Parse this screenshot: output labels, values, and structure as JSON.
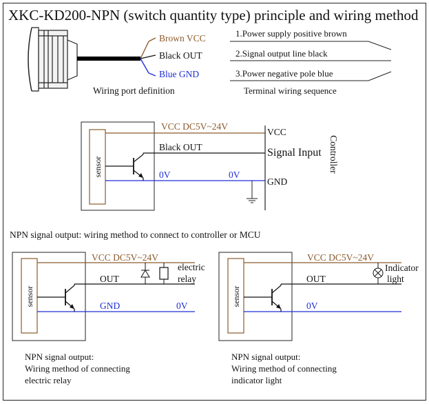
{
  "title": "XKC-KD200-NPN (switch quantity type) principle and wiring method",
  "wiring": {
    "brown_vcc": "Brown VCC",
    "black_out": "Black OUT",
    "blue_gnd": "Blue GND",
    "port_caption": "Wiring port definition",
    "seq_1": "1.Power supply positive brown",
    "seq_2": "2.Signal output line black",
    "seq_3": "3.Power negative pole blue",
    "seq_caption": "Terminal wiring sequence"
  },
  "controller_diagram": {
    "vcc_supply": "VCC  DC5V~24V",
    "vcc": "VCC",
    "black_out": "Black OUT",
    "signal_input": "Signal Input",
    "zero_v_left": "0V",
    "zero_v_right": "0V",
    "gnd": "GND",
    "sensor": "sensor",
    "controller": "Controller"
  },
  "npn_heading": "NPN signal output: wiring method to connect to controller or MCU",
  "relay_diagram": {
    "vcc_supply": "VCC DC5V~24V",
    "out": "OUT",
    "gnd": "GND",
    "zero_v": "0V",
    "sensor": "sensor",
    "relay_label_1": "electric",
    "relay_label_2": "relay",
    "caption_1": "NPN signal output:",
    "caption_2": "Wiring method of connecting",
    "caption_3": "electric relay"
  },
  "light_diagram": {
    "vcc_supply": "VCC  DC5V~24V",
    "out": "OUT",
    "zero_v": "0V",
    "sensor": "sensor",
    "light_label_1": "Indicator",
    "light_label_2": "light",
    "caption_1": "NPN signal output:",
    "caption_2": "Wiring method of connecting",
    "caption_3": "indicator light"
  },
  "colors": {
    "brown": "#8B5A2B",
    "blue": "#1f2fd6",
    "ink": "#111111"
  }
}
